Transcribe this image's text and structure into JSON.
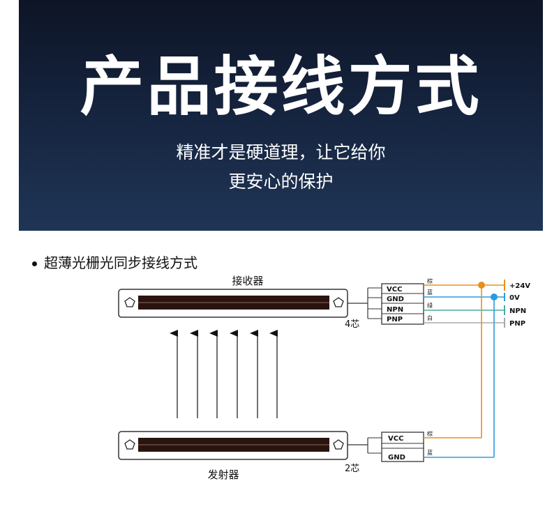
{
  "banner": {
    "title": "产品接线方式",
    "subtitle_line1": "精准才是硬道理，让它给你",
    "subtitle_line2": "更安心的保护"
  },
  "section": {
    "title": "超薄光栅光同步接线方式"
  },
  "receiver": {
    "label": "接收器",
    "cores": "4芯",
    "pins": [
      "VCC",
      "GND",
      "NPN",
      "PNP"
    ],
    "wire_colors": [
      "棕",
      "蓝",
      "绿",
      "白"
    ]
  },
  "emitter": {
    "label": "发射器",
    "cores": "2芯",
    "pins": [
      "VCC",
      "GND"
    ],
    "wire_colors": [
      "棕",
      "蓝"
    ]
  },
  "power": {
    "plus24": "+24V",
    "zero": "0V",
    "npn": "NPN",
    "pnp": "PNP"
  },
  "colors": {
    "brown_wire": "#e8901e",
    "blue_wire": "#2a9be0",
    "green_wire": "#4aa8a0",
    "white_wire": "#a8a8a8",
    "banner_dark": "#0d1526"
  }
}
